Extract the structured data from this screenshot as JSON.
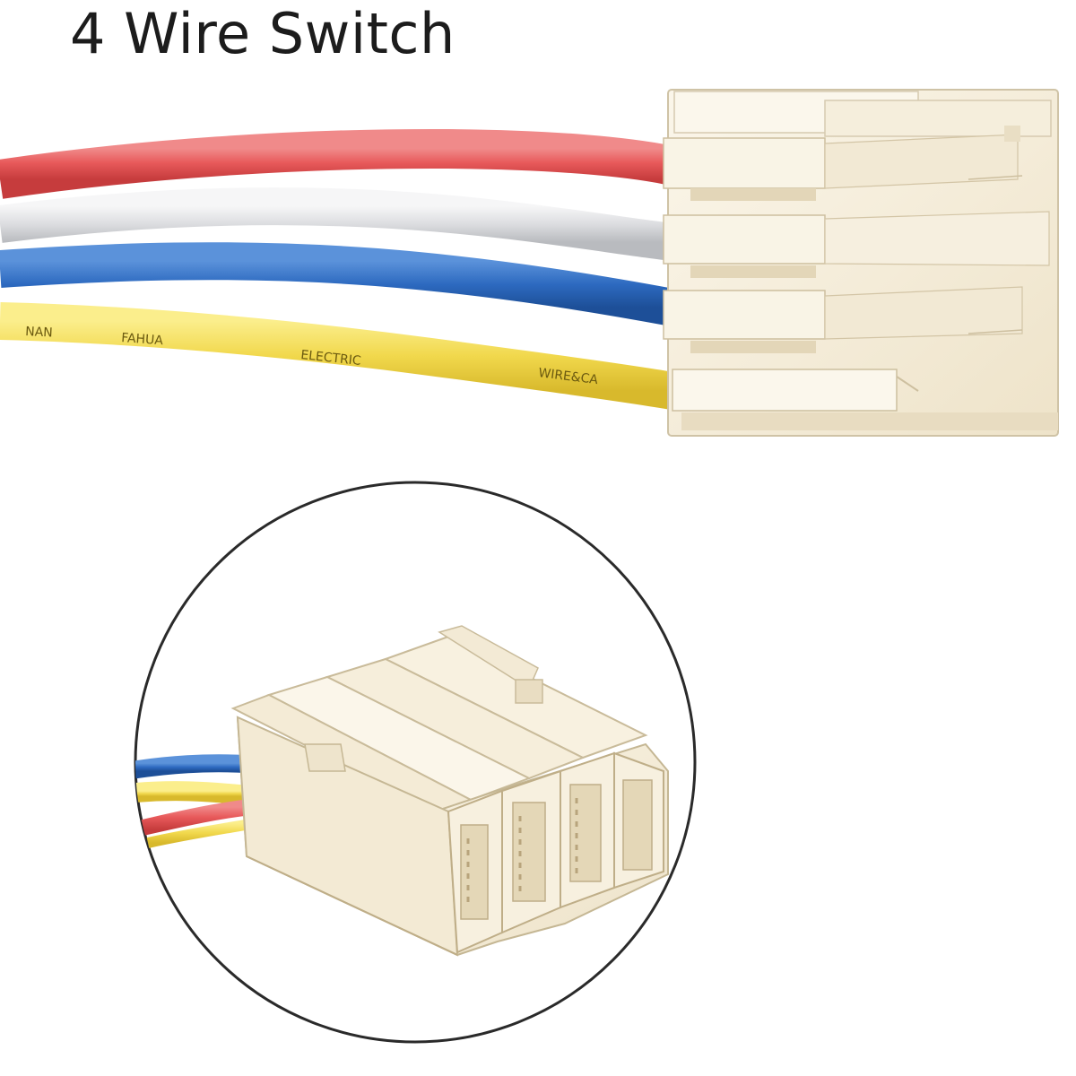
{
  "title": "4 Wire Switch",
  "wire_print": [
    "NAN",
    "FAHUA",
    "ELECTRIC",
    "WIRE&CA"
  ],
  "colors": {
    "red_wire": "#e6595a",
    "white_wire": "#dfe0e2",
    "blue_wire": "#2f6fc4",
    "yellow_wire": "#f2dc52",
    "connector_body": "#f4ecd8",
    "connector_shadow": "#d8ccb2",
    "circle_outline": "#2a2a2a"
  },
  "icons": [
    "connector-side-view",
    "connector-front-view",
    "detail-circle"
  ]
}
